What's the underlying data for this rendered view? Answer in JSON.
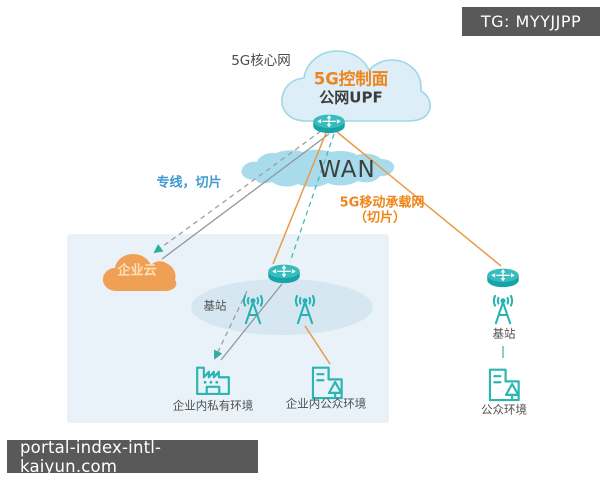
{
  "watermarks": {
    "tg_badge": "TG: MYYJJPP",
    "domain_badge": "portal-index-intl-kaiyun.com"
  },
  "colors": {
    "icon_teal": "#26b2b2",
    "orange_text": "#ef8519",
    "orange_line": "#e89a47",
    "blue_label": "#3f9ad1",
    "gray_line": "#979c9d",
    "teal_dashed_line": "#3fbcb4",
    "core_cloud_fill": "#ddeef8",
    "core_cloud_stroke": "#9ed8e4",
    "wan_cloud_fill": "#a8dcec",
    "enterprise_zone_fill": "#e9f2f8",
    "station_ellipse_fill": "#d6e7f2",
    "enterprise_cloud_fill": "#f0a055",
    "badge_background": "#595959",
    "label_dark": "#4a4a4a"
  },
  "icons": [
    "router-icon",
    "antenna-icon",
    "factory-icon",
    "building-icon",
    "cloud-icon",
    "arrowhead-icon"
  ],
  "diagram": {
    "core_network_label": "5G核心网",
    "core_cloud": {
      "control_plane": "5G控制面",
      "upf": "公网UPF"
    },
    "wan_label": "WAN",
    "leased_line_label": "专线，切片",
    "bearer_label_line1": "5G移动承载网",
    "bearer_label_line2": "（切片）",
    "enterprise_cloud_label": "企业云",
    "left_base_station_label": "基站",
    "private_env_label": "企业内私有环境",
    "enterprise_public_env_label": "企业内公众环境",
    "right_base_station_label": "基站",
    "public_env_label": "公众环境"
  }
}
